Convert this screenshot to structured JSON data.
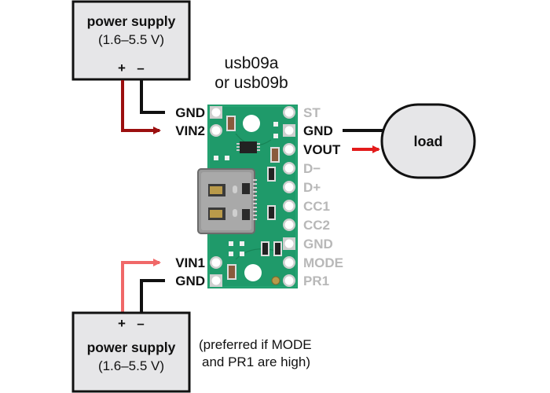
{
  "colors": {
    "vin2_wire": "#9b0f0f",
    "vin1_wire": "#f06868",
    "vout_arrow": "#e31b1b",
    "ground_wire": "#111111",
    "box_fill": "#e6e6e8",
    "pcb_green": "#1f9a6a",
    "active_label": "#111111",
    "inactive_label": "#b8b8b8"
  },
  "top_supply": {
    "title": "power supply",
    "range": "(1.6–5.5 V)",
    "plus": "+",
    "minus": "–"
  },
  "bottom_supply": {
    "title": "power supply",
    "range": "(1.6–5.5 V)",
    "plus": "+",
    "minus": "–",
    "note_line1": "(preferred if MODE",
    "note_line2": "and PR1 are high)"
  },
  "board": {
    "name_line1": "usb09a",
    "name_line2": "or usb09b",
    "left_pins": [
      {
        "label": "GND",
        "active": true
      },
      {
        "label": "VIN2",
        "active": true
      },
      {
        "label": "VIN1",
        "active": true
      },
      {
        "label": "GND",
        "active": true
      }
    ],
    "right_pins": [
      {
        "label": "ST",
        "active": false
      },
      {
        "label": "GND",
        "active": true
      },
      {
        "label": "VOUT",
        "active": true
      },
      {
        "label": "D−",
        "active": false
      },
      {
        "label": "D+",
        "active": false
      },
      {
        "label": "CC1",
        "active": false
      },
      {
        "label": "CC2",
        "active": false
      },
      {
        "label": "GND",
        "active": false
      },
      {
        "label": "MODE",
        "active": false
      },
      {
        "label": "PR1",
        "active": false
      }
    ]
  },
  "load": {
    "label": "load"
  }
}
